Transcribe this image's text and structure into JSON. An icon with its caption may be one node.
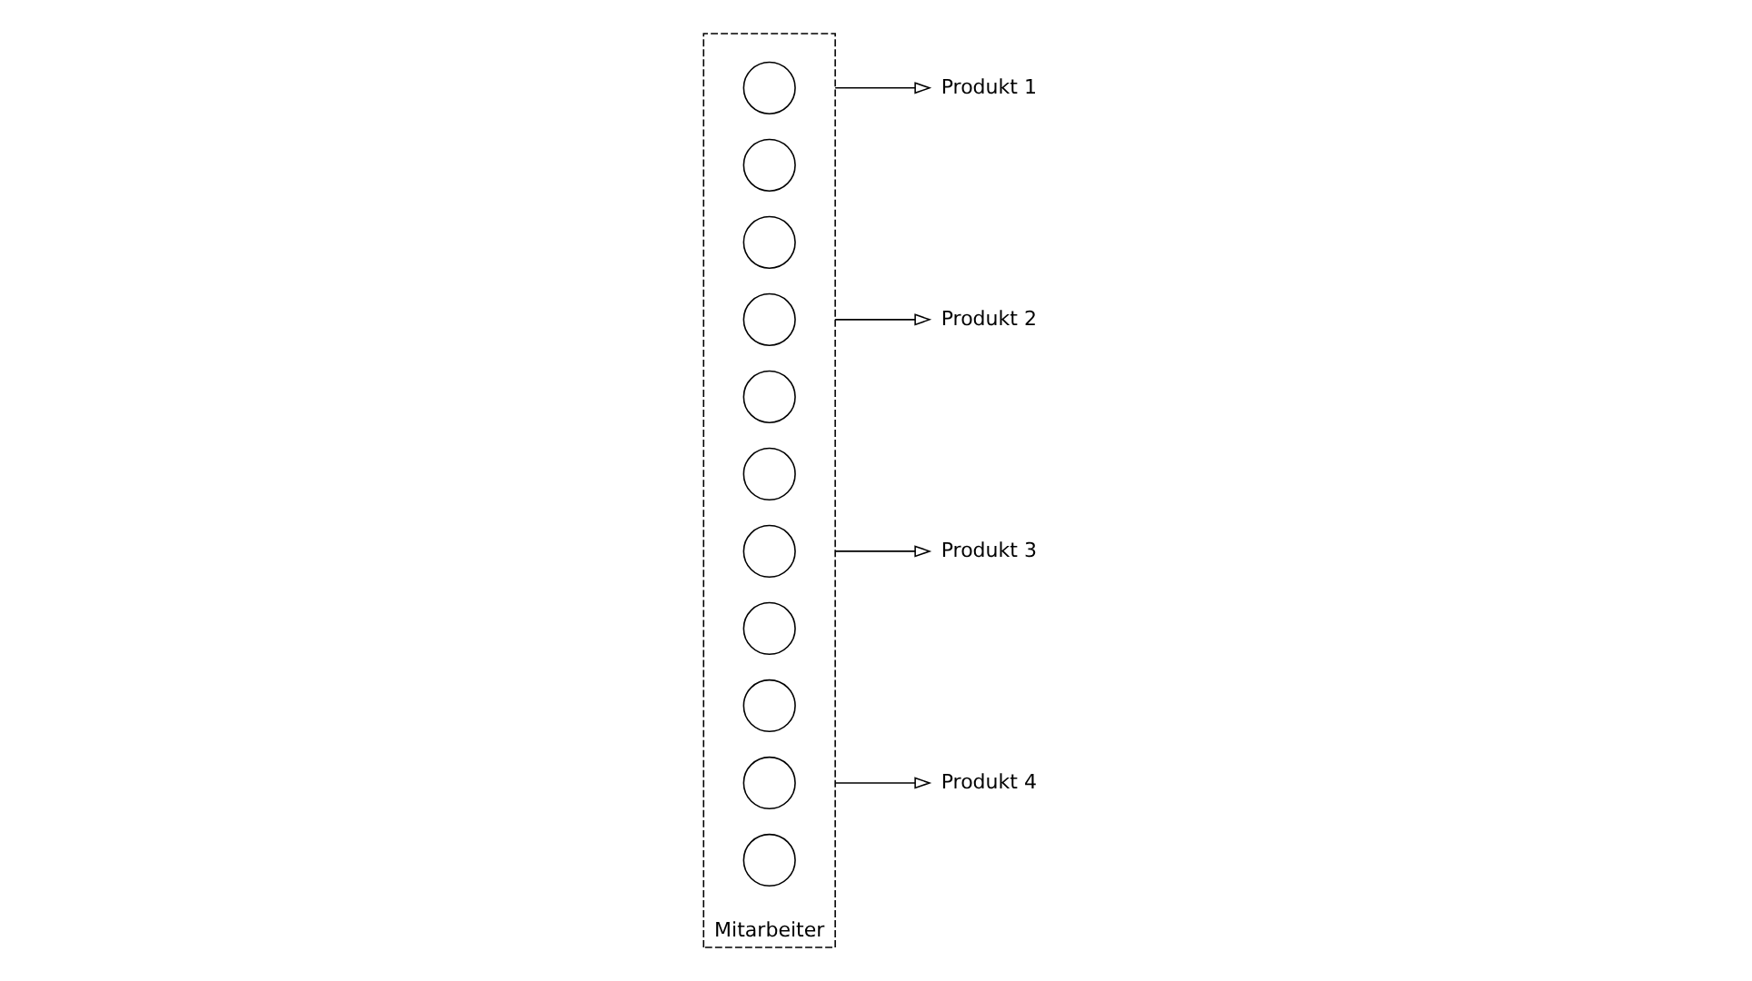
{
  "diagram": {
    "nodes": [
      {
        "text": [
          "Mitarbeiter"
        ]
      },
      {
        "text": [],
        "shape": "circle",
        "in": 0
      },
      {
        "text": [],
        "shape": "circle",
        "in": 0
      },
      {
        "text": [],
        "shape": "circle",
        "in": 0
      },
      {
        "text": [],
        "shape": "circle",
        "in": 0
      },
      {
        "text": [],
        "shape": "circle",
        "in": 0
      },
      {
        "text": [],
        "shape": "circle",
        "in": 0
      },
      {
        "text": [],
        "shape": "circle",
        "in": 0
      },
      {
        "text": [],
        "shape": "circle",
        "in": 0
      },
      {
        "text": [],
        "shape": "circle",
        "in": 0
      },
      {
        "text": [],
        "shape": "circle",
        "in": 0
      },
      {
        "text": [],
        "shape": "circle",
        "in": 0
      },
      {
        "text": [
          "Produkt 1"
        ]
      },
      {
        "text": [
          "Produkt 2"
        ]
      },
      {
        "text": [
          "Produkt 3"
        ]
      },
      {
        "text": [
          "Produkt 4"
        ]
      }
    ],
    "edges": [
      {
        "from": 0,
        "to": 12,
        "arrow": "to"
      },
      {
        "from": 0,
        "to": 13,
        "arrow": "to"
      },
      {
        "from": 0,
        "to": 14,
        "arrow": "to"
      },
      {
        "from": 0,
        "to": 15,
        "arrow": "to"
      }
    ]
  }
}
